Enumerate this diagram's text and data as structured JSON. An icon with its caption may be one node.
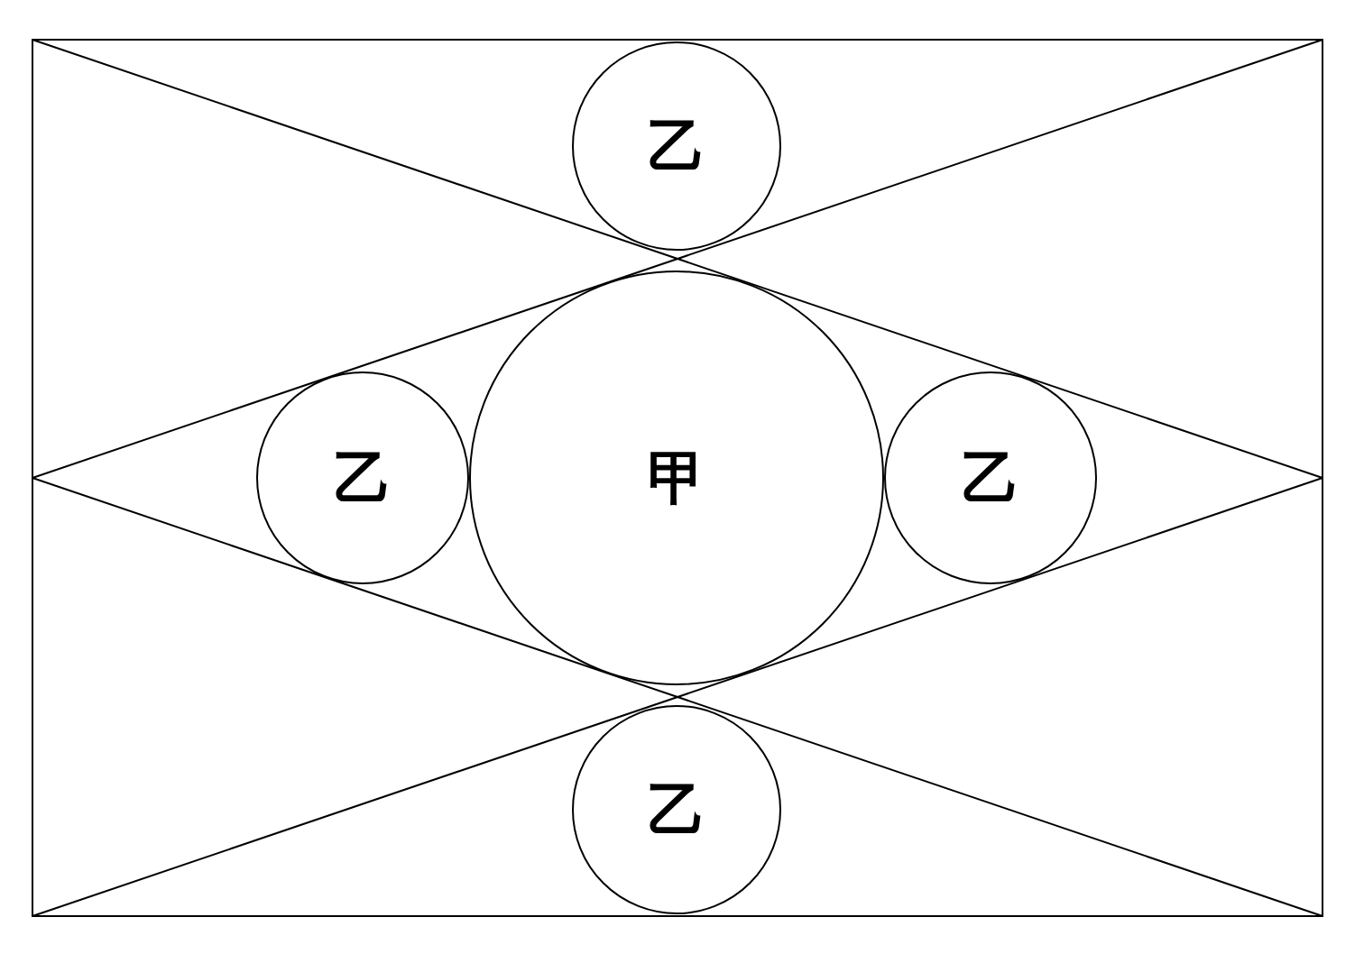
{
  "diagram": {
    "nodes": [
      {
        "text": [
          "乙"
        ]
      },
      {
        "text": [
          "乙"
        ]
      },
      {
        "text": [
          "甲"
        ]
      },
      {
        "text": [
          "乙"
        ]
      },
      {
        "text": [
          "乙"
        ]
      }
    ]
  }
}
